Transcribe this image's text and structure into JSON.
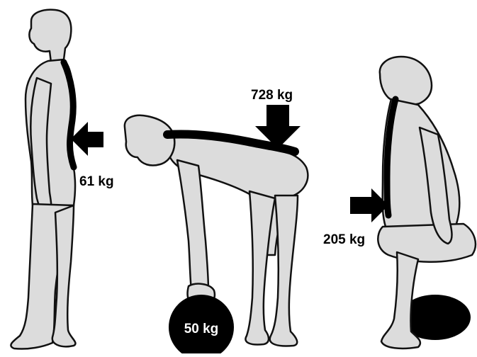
{
  "figures": [
    {
      "id": "standing",
      "arrow_label": "61 kg"
    },
    {
      "id": "bending",
      "arrow_label": "728 kg",
      "weight_label": "50 kg"
    },
    {
      "id": "squatting",
      "arrow_label": "205 kg"
    }
  ],
  "colors": {
    "skin": "#dcdcdc",
    "outline": "#111111",
    "spine": "#000000",
    "arrow": "#000000",
    "background": "#ffffff",
    "weight_text": "#ffffff"
  },
  "icons": [
    "down-arrow-icon",
    "left-arrow-icon",
    "right-arrow-icon",
    "weight-ball-icon"
  ]
}
